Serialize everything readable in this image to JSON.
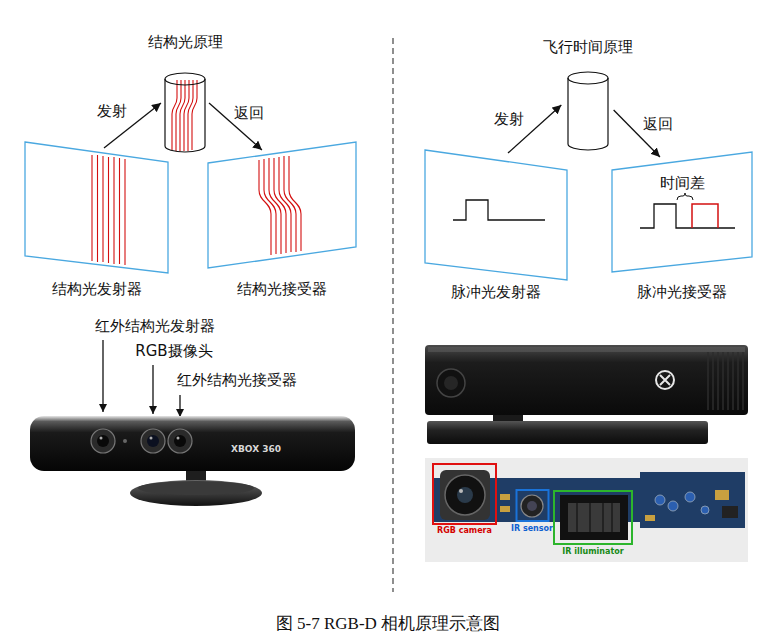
{
  "diagram": {
    "caption": "图 5-7 RGB-D 相机原理示意图",
    "nodes": [
      {
        "text": [
          "结构光原理"
        ]
      },
      {
        "text": [
          "结构光发射器"
        ]
      },
      {
        "text": [
          "结构光接受器"
        ]
      },
      {
        "text": [
          "飞行时间原理"
        ]
      },
      {
        "text": [
          "脉冲光发射器"
        ]
      },
      {
        "text": [
          "时间差",
          "脉冲光接受器"
        ]
      },
      {
        "text": [
          "RGB camera"
        ]
      },
      {
        "text": [
          "IR sensor"
        ]
      },
      {
        "text": [
          "IR illuminator"
        ]
      }
    ],
    "edges": [
      {
        "from": 1,
        "to": 0,
        "arrow": "to",
        "label": "发射"
      },
      {
        "from": 0,
        "to": 2,
        "arrow": "to",
        "label": "返回"
      },
      {
        "from": 4,
        "to": 3,
        "arrow": "to",
        "label": "发射"
      },
      {
        "from": 3,
        "to": 5,
        "arrow": "to",
        "label": "返回"
      }
    ],
    "labels": [
      "红外结构光发射器",
      "RGB摄像头",
      "红外结构光接受器",
      "XBOX 360"
    ]
  }
}
